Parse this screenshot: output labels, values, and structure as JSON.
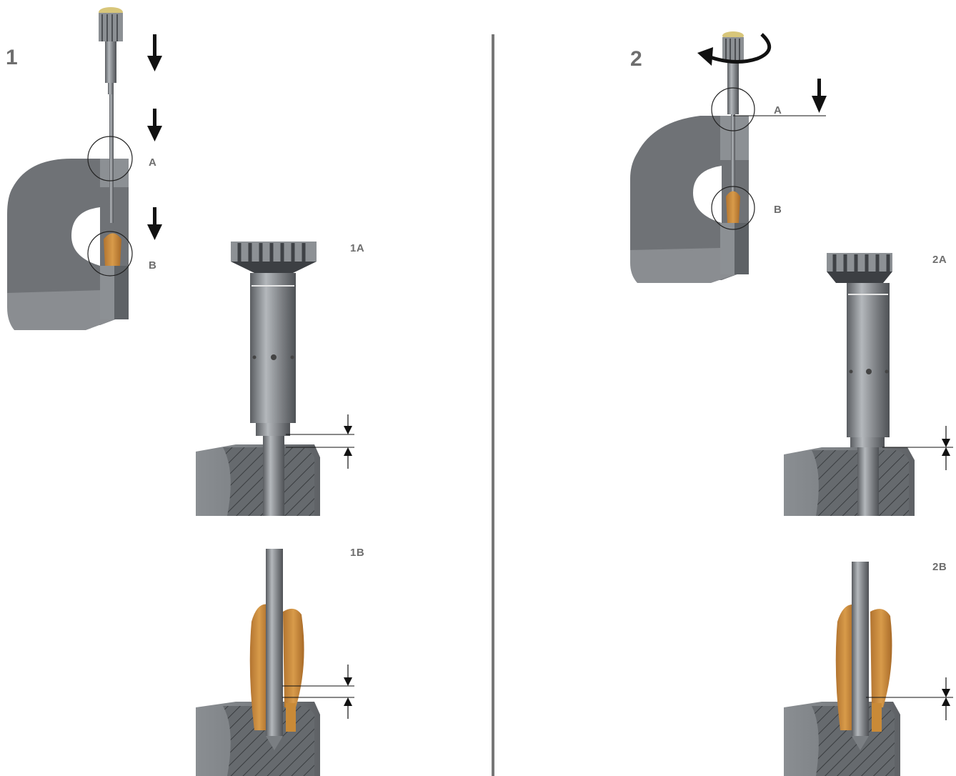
{
  "steps": {
    "step1": {
      "number": "1",
      "label_a": "A",
      "label_b": "B",
      "detail_a": "1A",
      "detail_b": "1B"
    },
    "step2": {
      "number": "2",
      "label_a": "A",
      "label_b": "B",
      "detail_a": "2A",
      "detail_b": "2B"
    }
  },
  "colors": {
    "metal": "#6f7276",
    "metal_light": "#9a9ea2",
    "metal_dark": "#4b4e52",
    "orange": "#c98a37",
    "orange_dark": "#9b6224",
    "divider": "#777777",
    "arrow": "#111111"
  }
}
